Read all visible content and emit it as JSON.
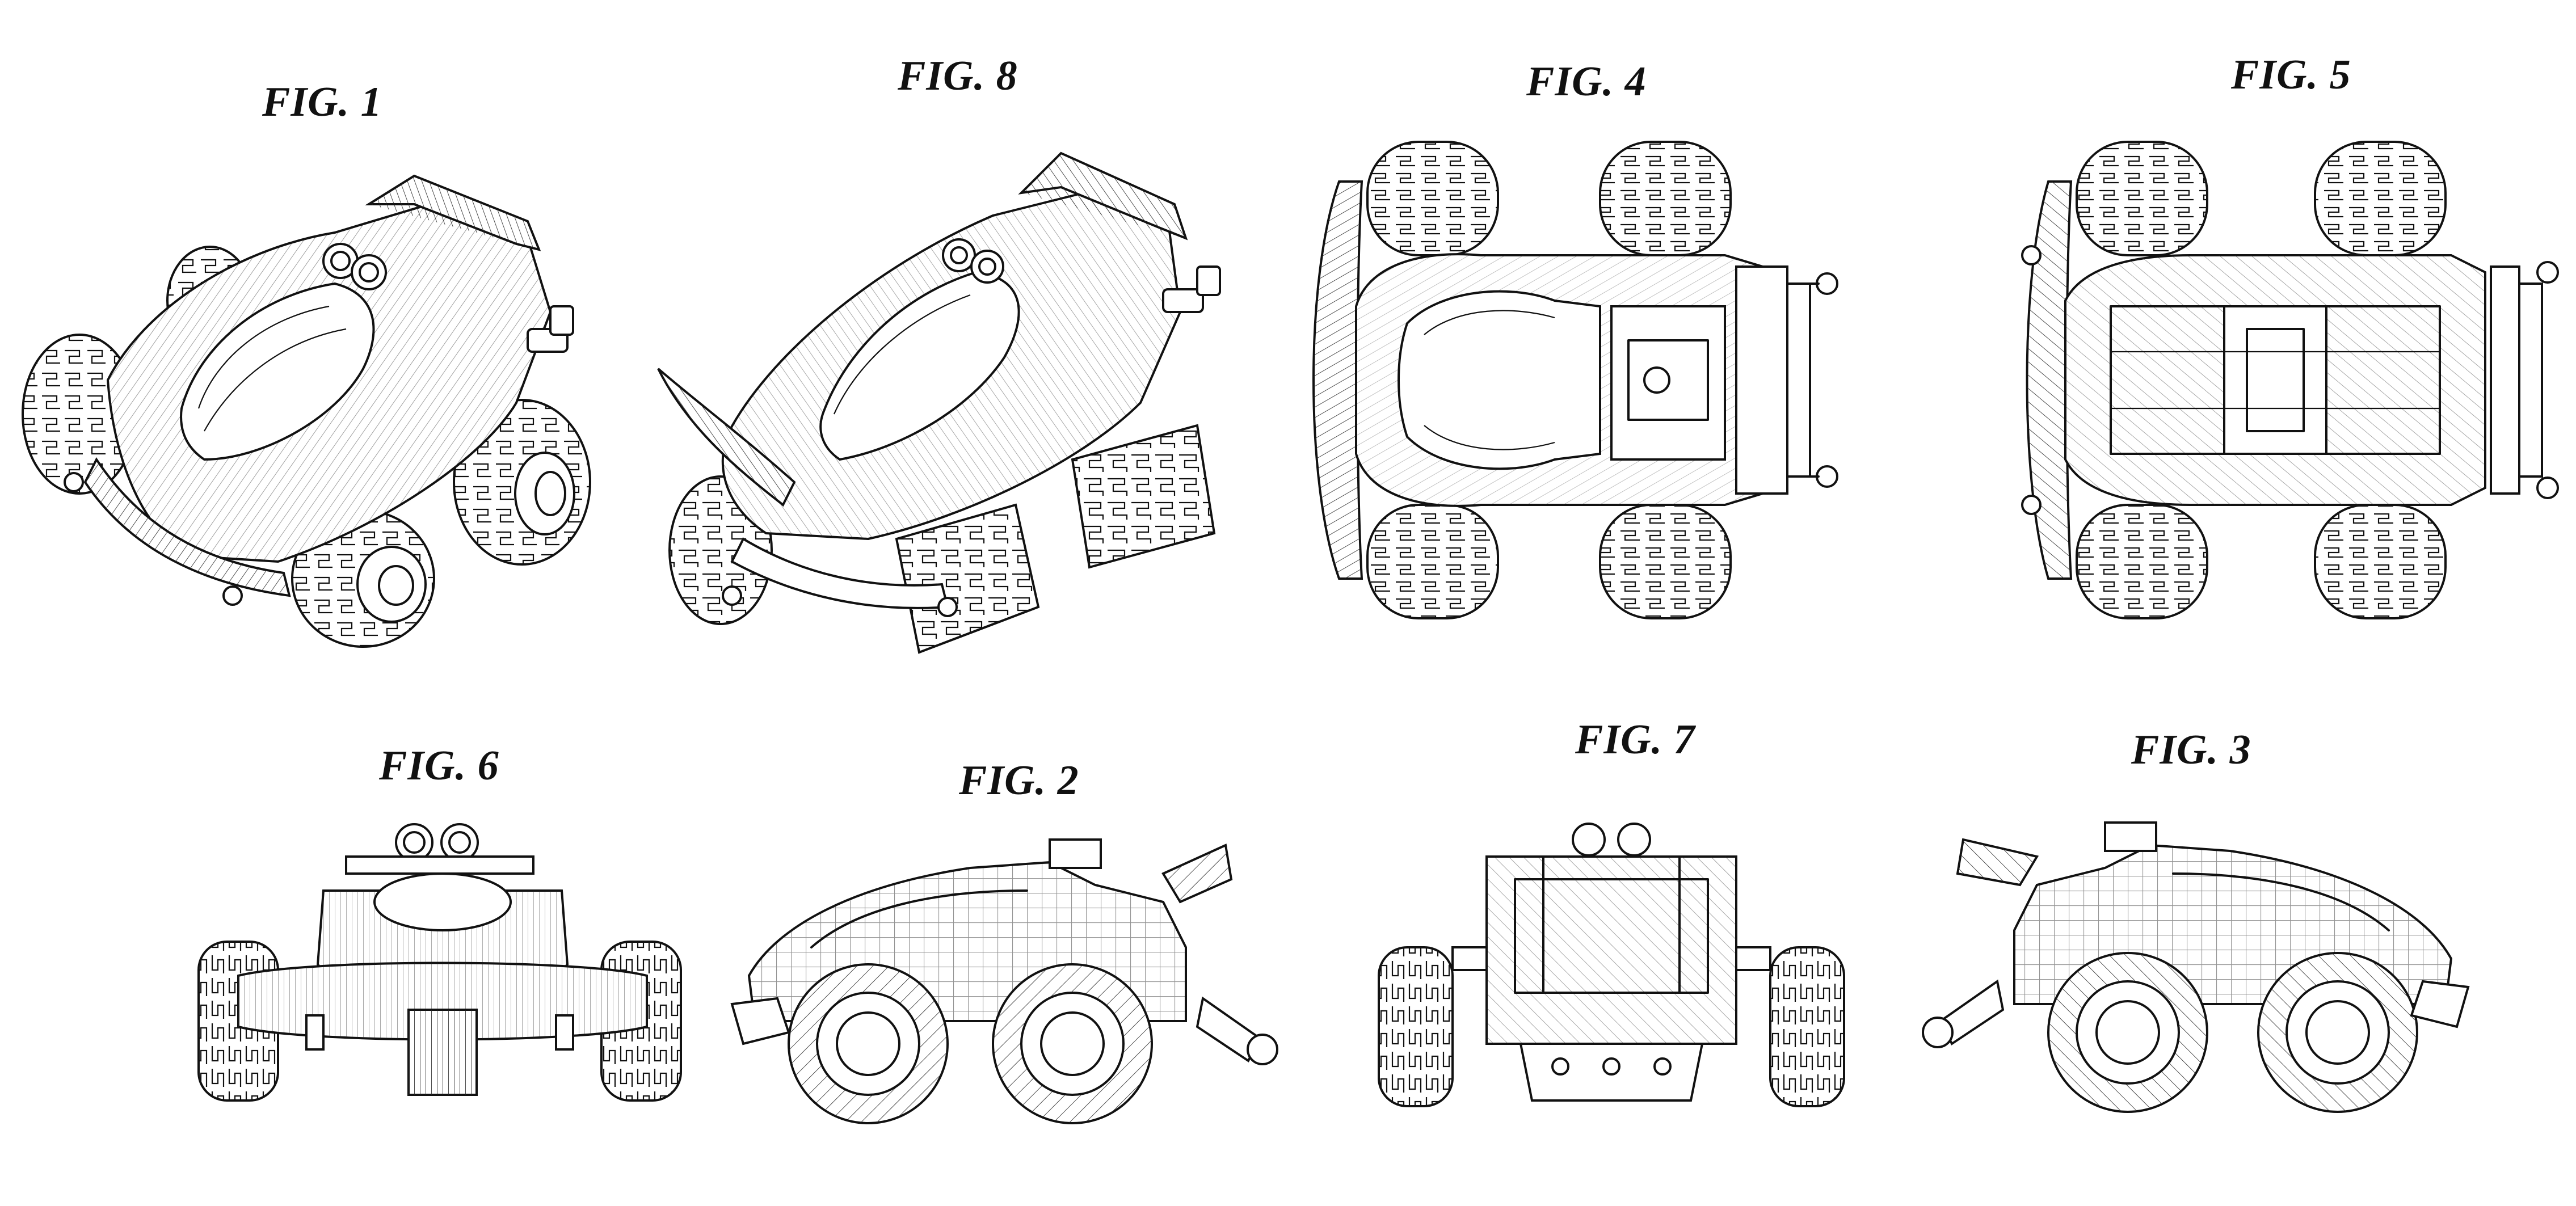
{
  "figures": {
    "fig1": {
      "label": "FIG. 1",
      "view": "perspective-front"
    },
    "fig8": {
      "label": "FIG. 8",
      "view": "perspective-rear"
    },
    "fig4": {
      "label": "FIG. 4",
      "view": "top"
    },
    "fig5": {
      "label": "FIG. 5",
      "view": "bottom"
    },
    "fig6": {
      "label": "FIG. 6",
      "view": "front"
    },
    "fig2": {
      "label": "FIG. 2",
      "view": "side-left"
    },
    "fig7": {
      "label": "FIG. 7",
      "view": "rear"
    },
    "fig3": {
      "label": "FIG. 3",
      "view": "side-right"
    }
  },
  "colors": {
    "ink": "#111111",
    "paper": "#ffffff"
  }
}
